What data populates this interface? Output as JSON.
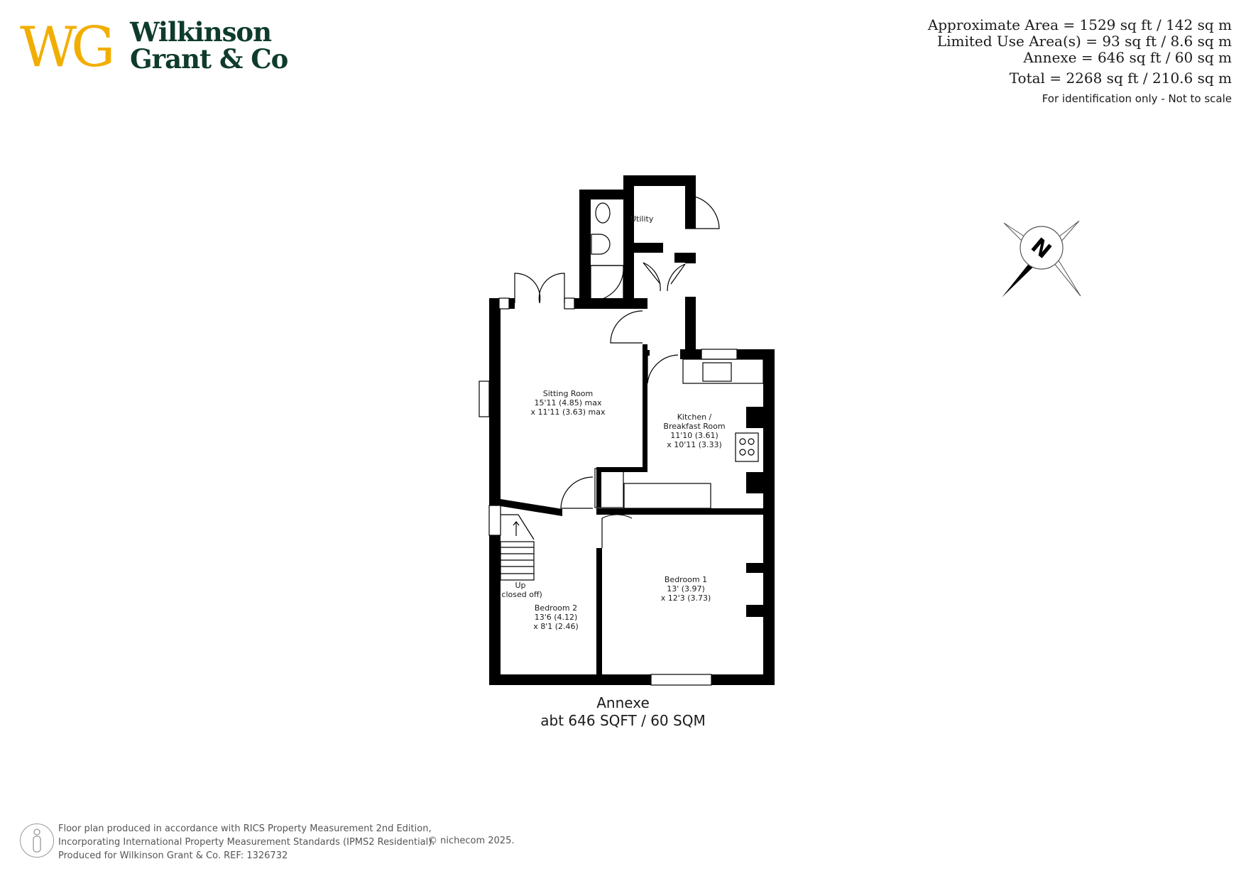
{
  "logo": {
    "initials": "WG",
    "name_line1": "Wilkinson",
    "name_line2": "Grant & Co",
    "colors": {
      "initials": "#f2ae00",
      "name": "#0e3b2c"
    }
  },
  "areas": {
    "approximate": "Approximate Area = 1529 sq ft / 142 sq m",
    "limited_use": "Limited Use Area(s) = 93 sq ft / 8.6 sq m",
    "annexe": "Annexe = 646 sq ft / 60 sq m",
    "total": "Total = 2268 sq ft / 210.6 sq m",
    "note": "For identification only - Not to scale"
  },
  "rooms": {
    "utility": {
      "name": "Utility"
    },
    "sitting": {
      "name": "Sitting Room",
      "dim1": "15'11 (4.85) max",
      "dim2": "x 11'11 (3.63) max"
    },
    "kitchen": {
      "name1": "Kitchen /",
      "name2": "Breakfast Room",
      "dim1": "11'10 (3.61)",
      "dim2": "x 10'11 (3.33)"
    },
    "bedroom1": {
      "name": "Bedroom 1",
      "dim1": "13' (3.97)",
      "dim2": "x 12'3 (3.73)"
    },
    "bedroom2": {
      "name": "Bedroom 2",
      "dim1": "13'6 (4.12)",
      "dim2": "x 8'1 (2.46)"
    },
    "stairs": {
      "label1": "Up",
      "label2": "(closed off)"
    }
  },
  "compass": {
    "label": "N",
    "icon": "compass-rose-icon"
  },
  "caption": {
    "line1": "Annexe",
    "line2": "abt 646 SQFT / 60 SQM"
  },
  "footer": {
    "line1": "Floor plan produced in accordance with RICS Property Measurement 2nd Edition,",
    "line2": "Incorporating International Property Measurement Standards (IPMS2 Residential).",
    "line3": "Produced for Wilkinson Grant & Co.   REF:       1326732",
    "credit": "© nichecom   2025.",
    "icon": "person-icon"
  },
  "colors": {
    "wall": "#000000",
    "text": "#1a1a1a",
    "footer_text": "#555555"
  }
}
